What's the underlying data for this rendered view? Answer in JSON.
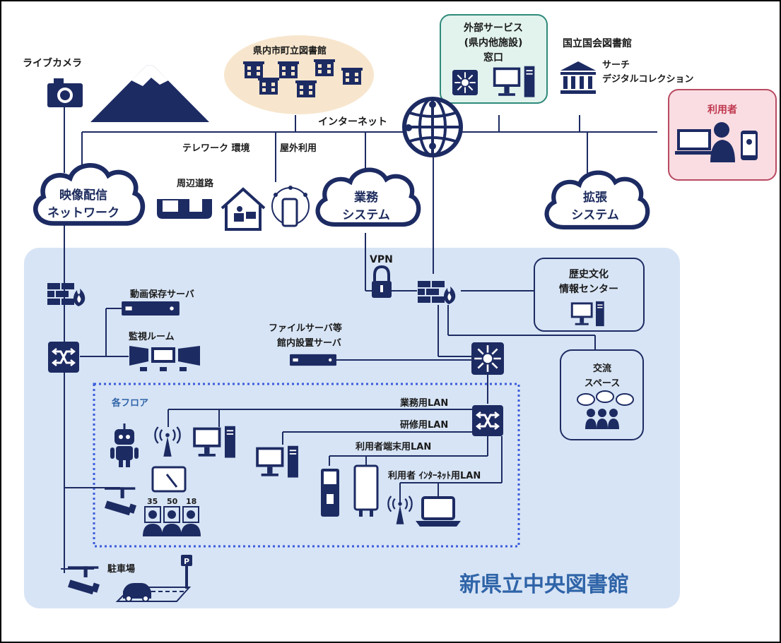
{
  "labels": {
    "live_camera": "ライブカメラ",
    "municipal_libraries": "県内市町立図書館",
    "external_service": [
      "外部サービス",
      "(県内他施設)",
      "窓口"
    ],
    "ndl": "国立国会図書館",
    "ndl_search": "サーチ",
    "ndl_digital": "デジタルコレクション",
    "user": "利用者",
    "internet": "インターネット",
    "telework": "テレワーク 環境",
    "outdoor": "屋外利用",
    "video_network": [
      "映像配信",
      "ネットワーク"
    ],
    "surrounding_road": "周辺道路",
    "business_system": [
      "業務",
      "システム"
    ],
    "extension_system": [
      "拡張",
      "システム"
    ],
    "vpn": "VPN",
    "history_center": [
      "歴史文化",
      "情報センター"
    ],
    "video_server": "動画保存サーバ",
    "monitor_room": "監視ルーム",
    "file_server": [
      "ファイルサーバ等",
      "館内設置サーバ"
    ],
    "exchange_space": [
      "交流",
      "スペース"
    ],
    "each_floor": "各フロア",
    "lan_business": "業務用LAN",
    "lan_training": "研修用LAN",
    "lan_user_terminal": "利用者端末用LAN",
    "lan_user_internet": "利用者 ｲﾝﾀｰﾈｯﾄ用LAN",
    "counts": [
      "35",
      "50",
      "18"
    ],
    "parking": "駐車場",
    "parking_sign": "P",
    "library_title": "新県立中央図書館"
  },
  "colors": {
    "navy": "#1d2b63",
    "library_area": "#d7e4f5",
    "municipal_bubble": "#f7e6cd",
    "external_box_fill": "#e2f3ee",
    "external_box_border": "#2e8a7a",
    "user_box_fill": "#f9dde2",
    "user_box_border": "#b84a62",
    "user_label": "#c0384f",
    "title": "#2f64a8",
    "floor_border": "#3b5bdb"
  }
}
